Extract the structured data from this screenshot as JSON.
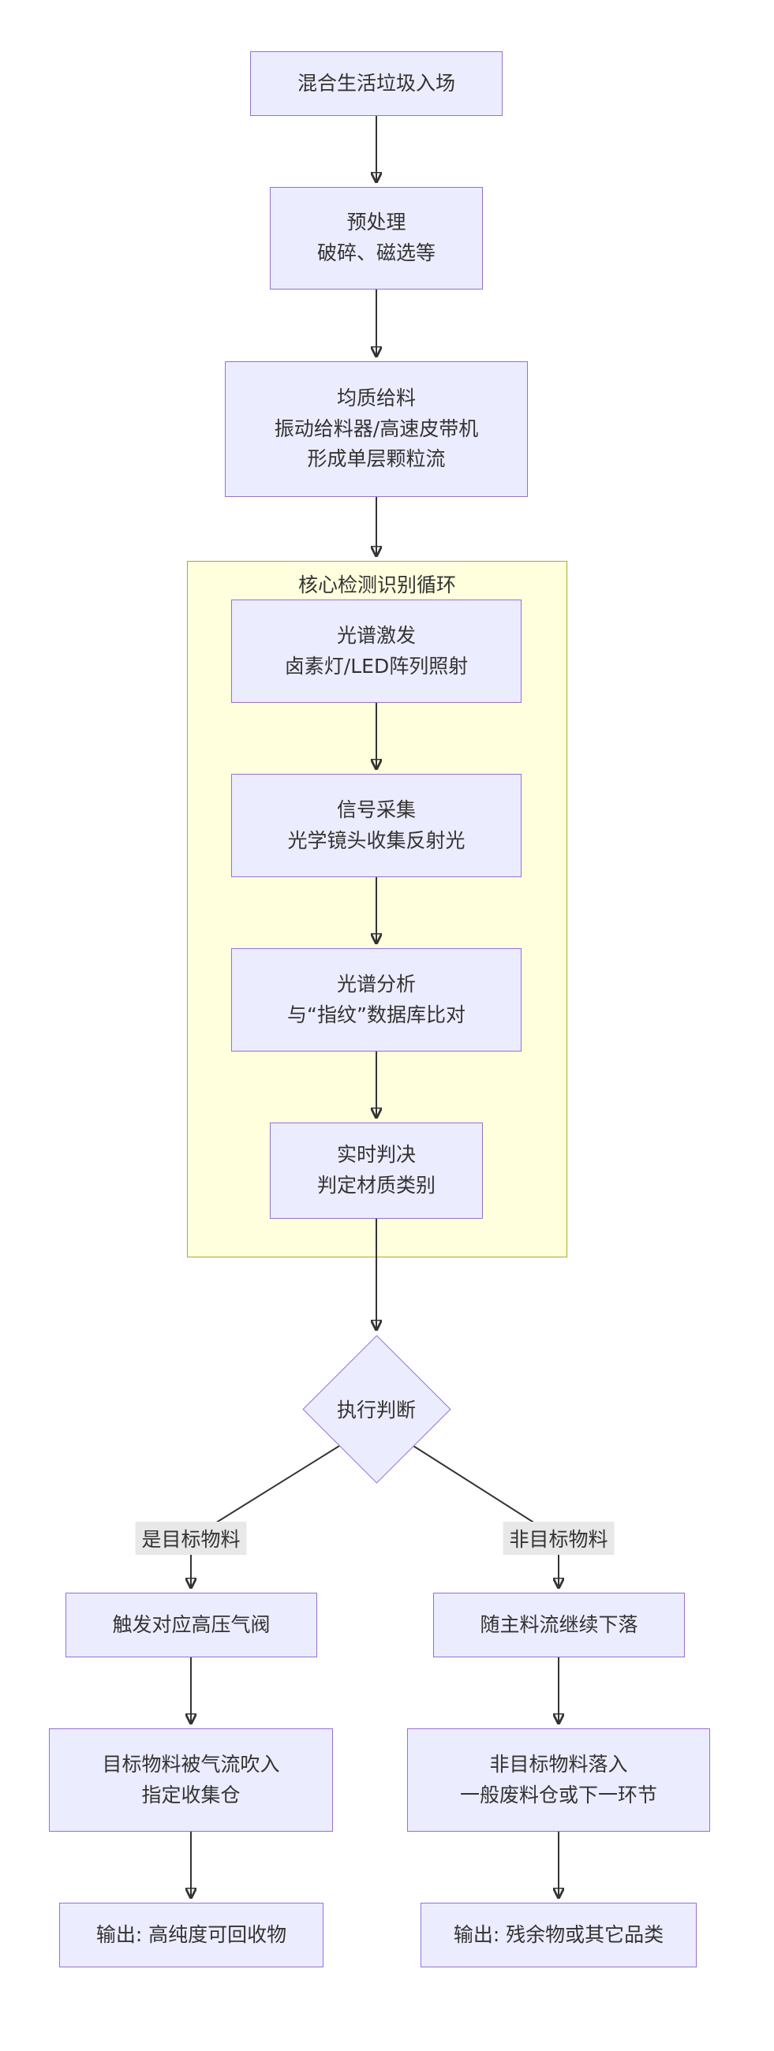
{
  "diagram": {
    "type": "flowchart",
    "colors": {
      "node_fill": "#ECECFF",
      "node_border": "#9370DB",
      "cluster_fill": "#FFFFDE",
      "cluster_border": "#AAAA33",
      "edge": "#333333",
      "edge_label_bg": "#E8E8E8",
      "text": "#333333",
      "background": "#FFFFFF"
    },
    "cluster": {
      "label": "核心检测识别循环"
    },
    "nodes": {
      "entry": {
        "lines": [
          "混合生活垃圾入场"
        ]
      },
      "pretreat": {
        "lines": [
          "预处理",
          "破碎、磁选等"
        ]
      },
      "feed": {
        "lines": [
          "均质给料",
          "振动给料器/高速皮带机",
          "形成单层颗粒流"
        ]
      },
      "excite": {
        "lines": [
          "光谱激发",
          "卤素灯/LED阵列照射"
        ]
      },
      "collect": {
        "lines": [
          "信号采集",
          "光学镜头收集反射光"
        ]
      },
      "analyze": {
        "lines": [
          "光谱分析",
          "与“指纹”数据库比对"
        ]
      },
      "decide": {
        "lines": [
          "实时判决",
          "判定材质类别"
        ]
      },
      "judge": {
        "lines": [
          "执行判断"
        ]
      },
      "valve": {
        "lines": [
          "触发对应高压气阀"
        ]
      },
      "blow": {
        "lines": [
          "目标物料被气流吹入",
          "指定收集仓"
        ]
      },
      "out_recycle": {
        "lines": [
          "输出: 高纯度可回收物"
        ]
      },
      "fall": {
        "lines": [
          "随主料流继续下落"
        ]
      },
      "bin": {
        "lines": [
          "非目标物料落入",
          "一般废料仓或下一环节"
        ]
      },
      "out_residue": {
        "lines": [
          "输出: 残余物或其它品类"
        ]
      }
    },
    "edge_labels": {
      "yes": "是目标物料",
      "no": "非目标物料"
    }
  }
}
